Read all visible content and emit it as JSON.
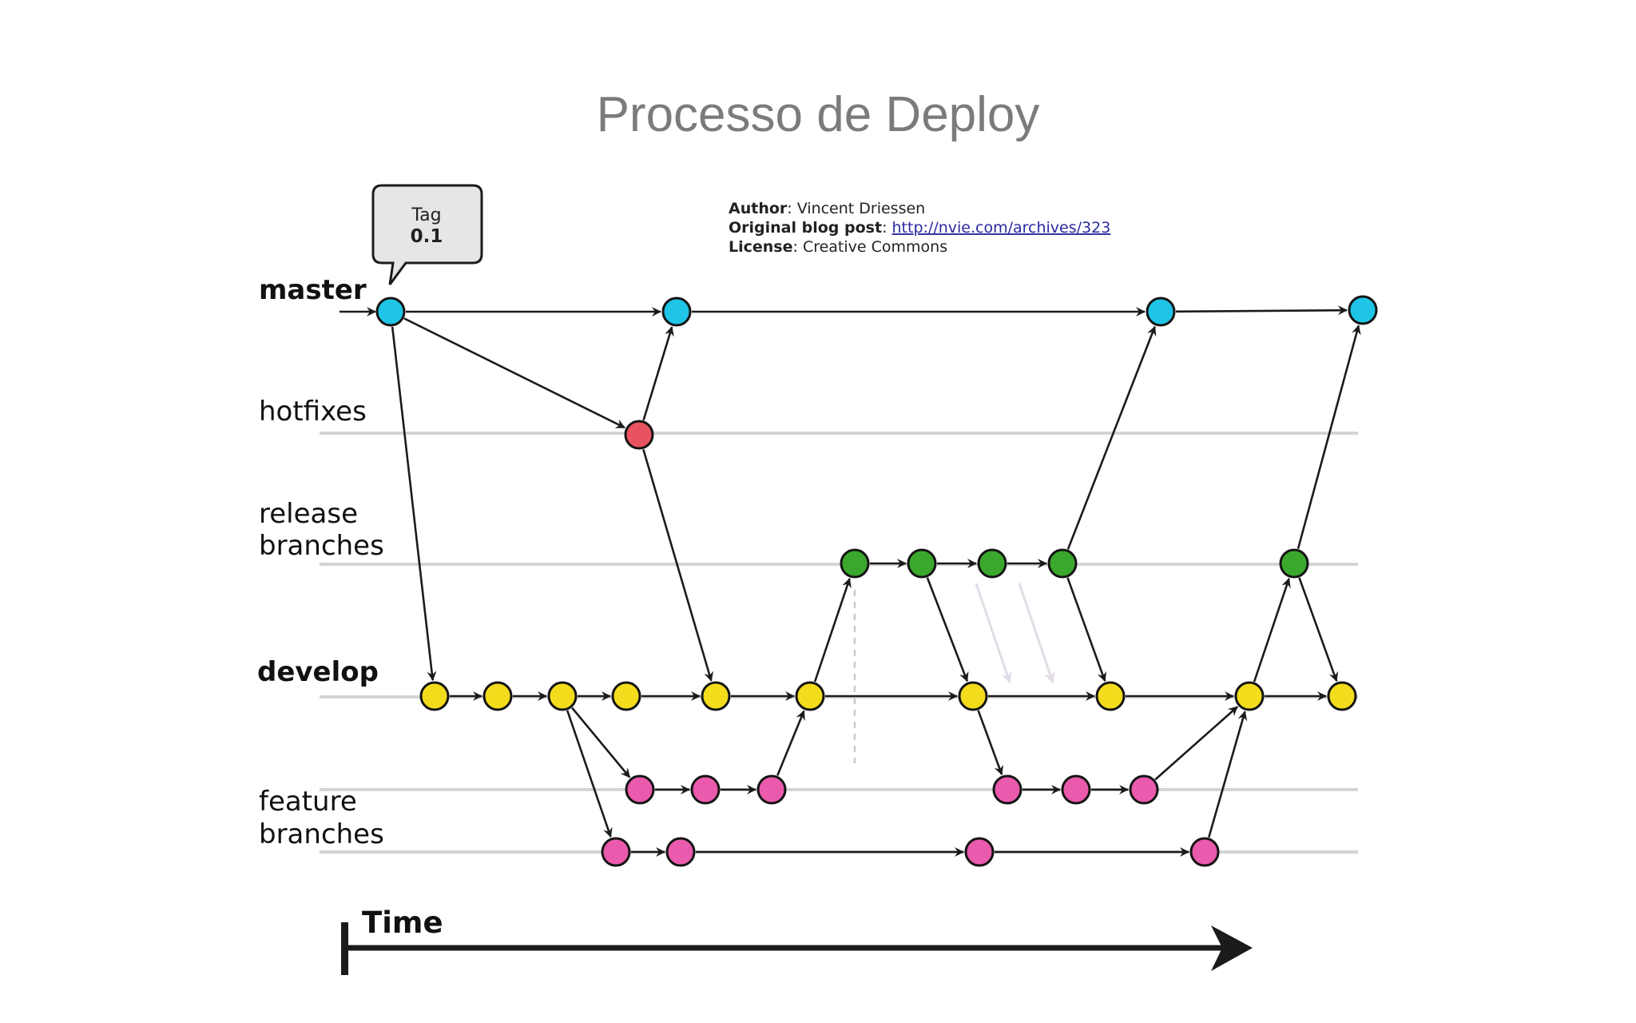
{
  "title": "Processo de Deploy",
  "credits": {
    "author_key": "Author",
    "author_value": ": Vincent Driessen",
    "blog_key": "Original blog post",
    "blog_sep": ": ",
    "blog_url": "http://nvie.com/archives/323",
    "license_key": "License",
    "license_value": ": Creative Commons"
  },
  "tag": {
    "label": "Tag",
    "version": "0.1"
  },
  "lanes": {
    "master": "master",
    "hotfixes": "hotfixes",
    "release_1": "release",
    "release_2": "branches",
    "develop": "develop",
    "feature_1": "feature",
    "feature_2": "branches"
  },
  "time_label": "Time",
  "colors": {
    "master": "#1fc5e6",
    "hotfix": "#e8535f",
    "release": "#3aa82c",
    "develop": "#f2dc1c",
    "feature": "#ea5aad"
  }
}
